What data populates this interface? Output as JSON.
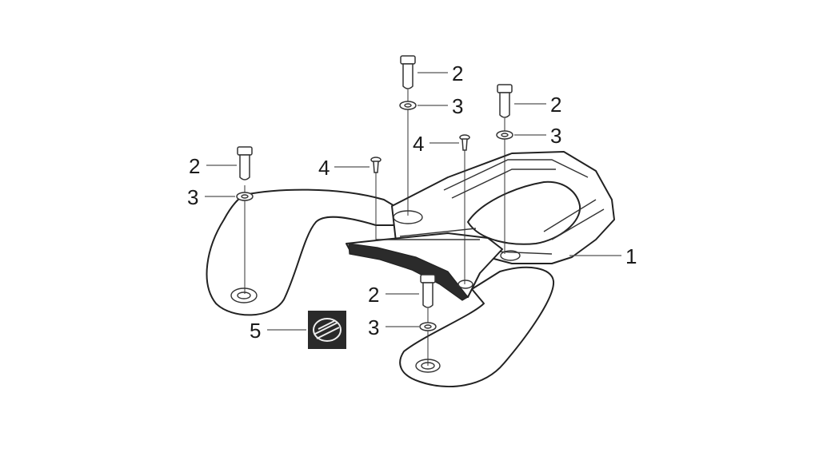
{
  "callouts": [
    {
      "id": "c1",
      "text": "1"
    },
    {
      "id": "c2a",
      "text": "2"
    },
    {
      "id": "c3a",
      "text": "3"
    },
    {
      "id": "c2b",
      "text": "2"
    },
    {
      "id": "c3b",
      "text": "3"
    },
    {
      "id": "c4a",
      "text": "4"
    },
    {
      "id": "c4b",
      "text": "4"
    },
    {
      "id": "c2c",
      "text": "2"
    },
    {
      "id": "c3c",
      "text": "3"
    },
    {
      "id": "c2d",
      "text": "2"
    },
    {
      "id": "c3d",
      "text": "3"
    },
    {
      "id": "c5",
      "text": "5"
    }
  ],
  "parts": {
    "rack": "rear-carrier-rack",
    "bolt": "bolt",
    "washer": "washer",
    "screw": "screw",
    "emblem": "emblem-badge"
  }
}
